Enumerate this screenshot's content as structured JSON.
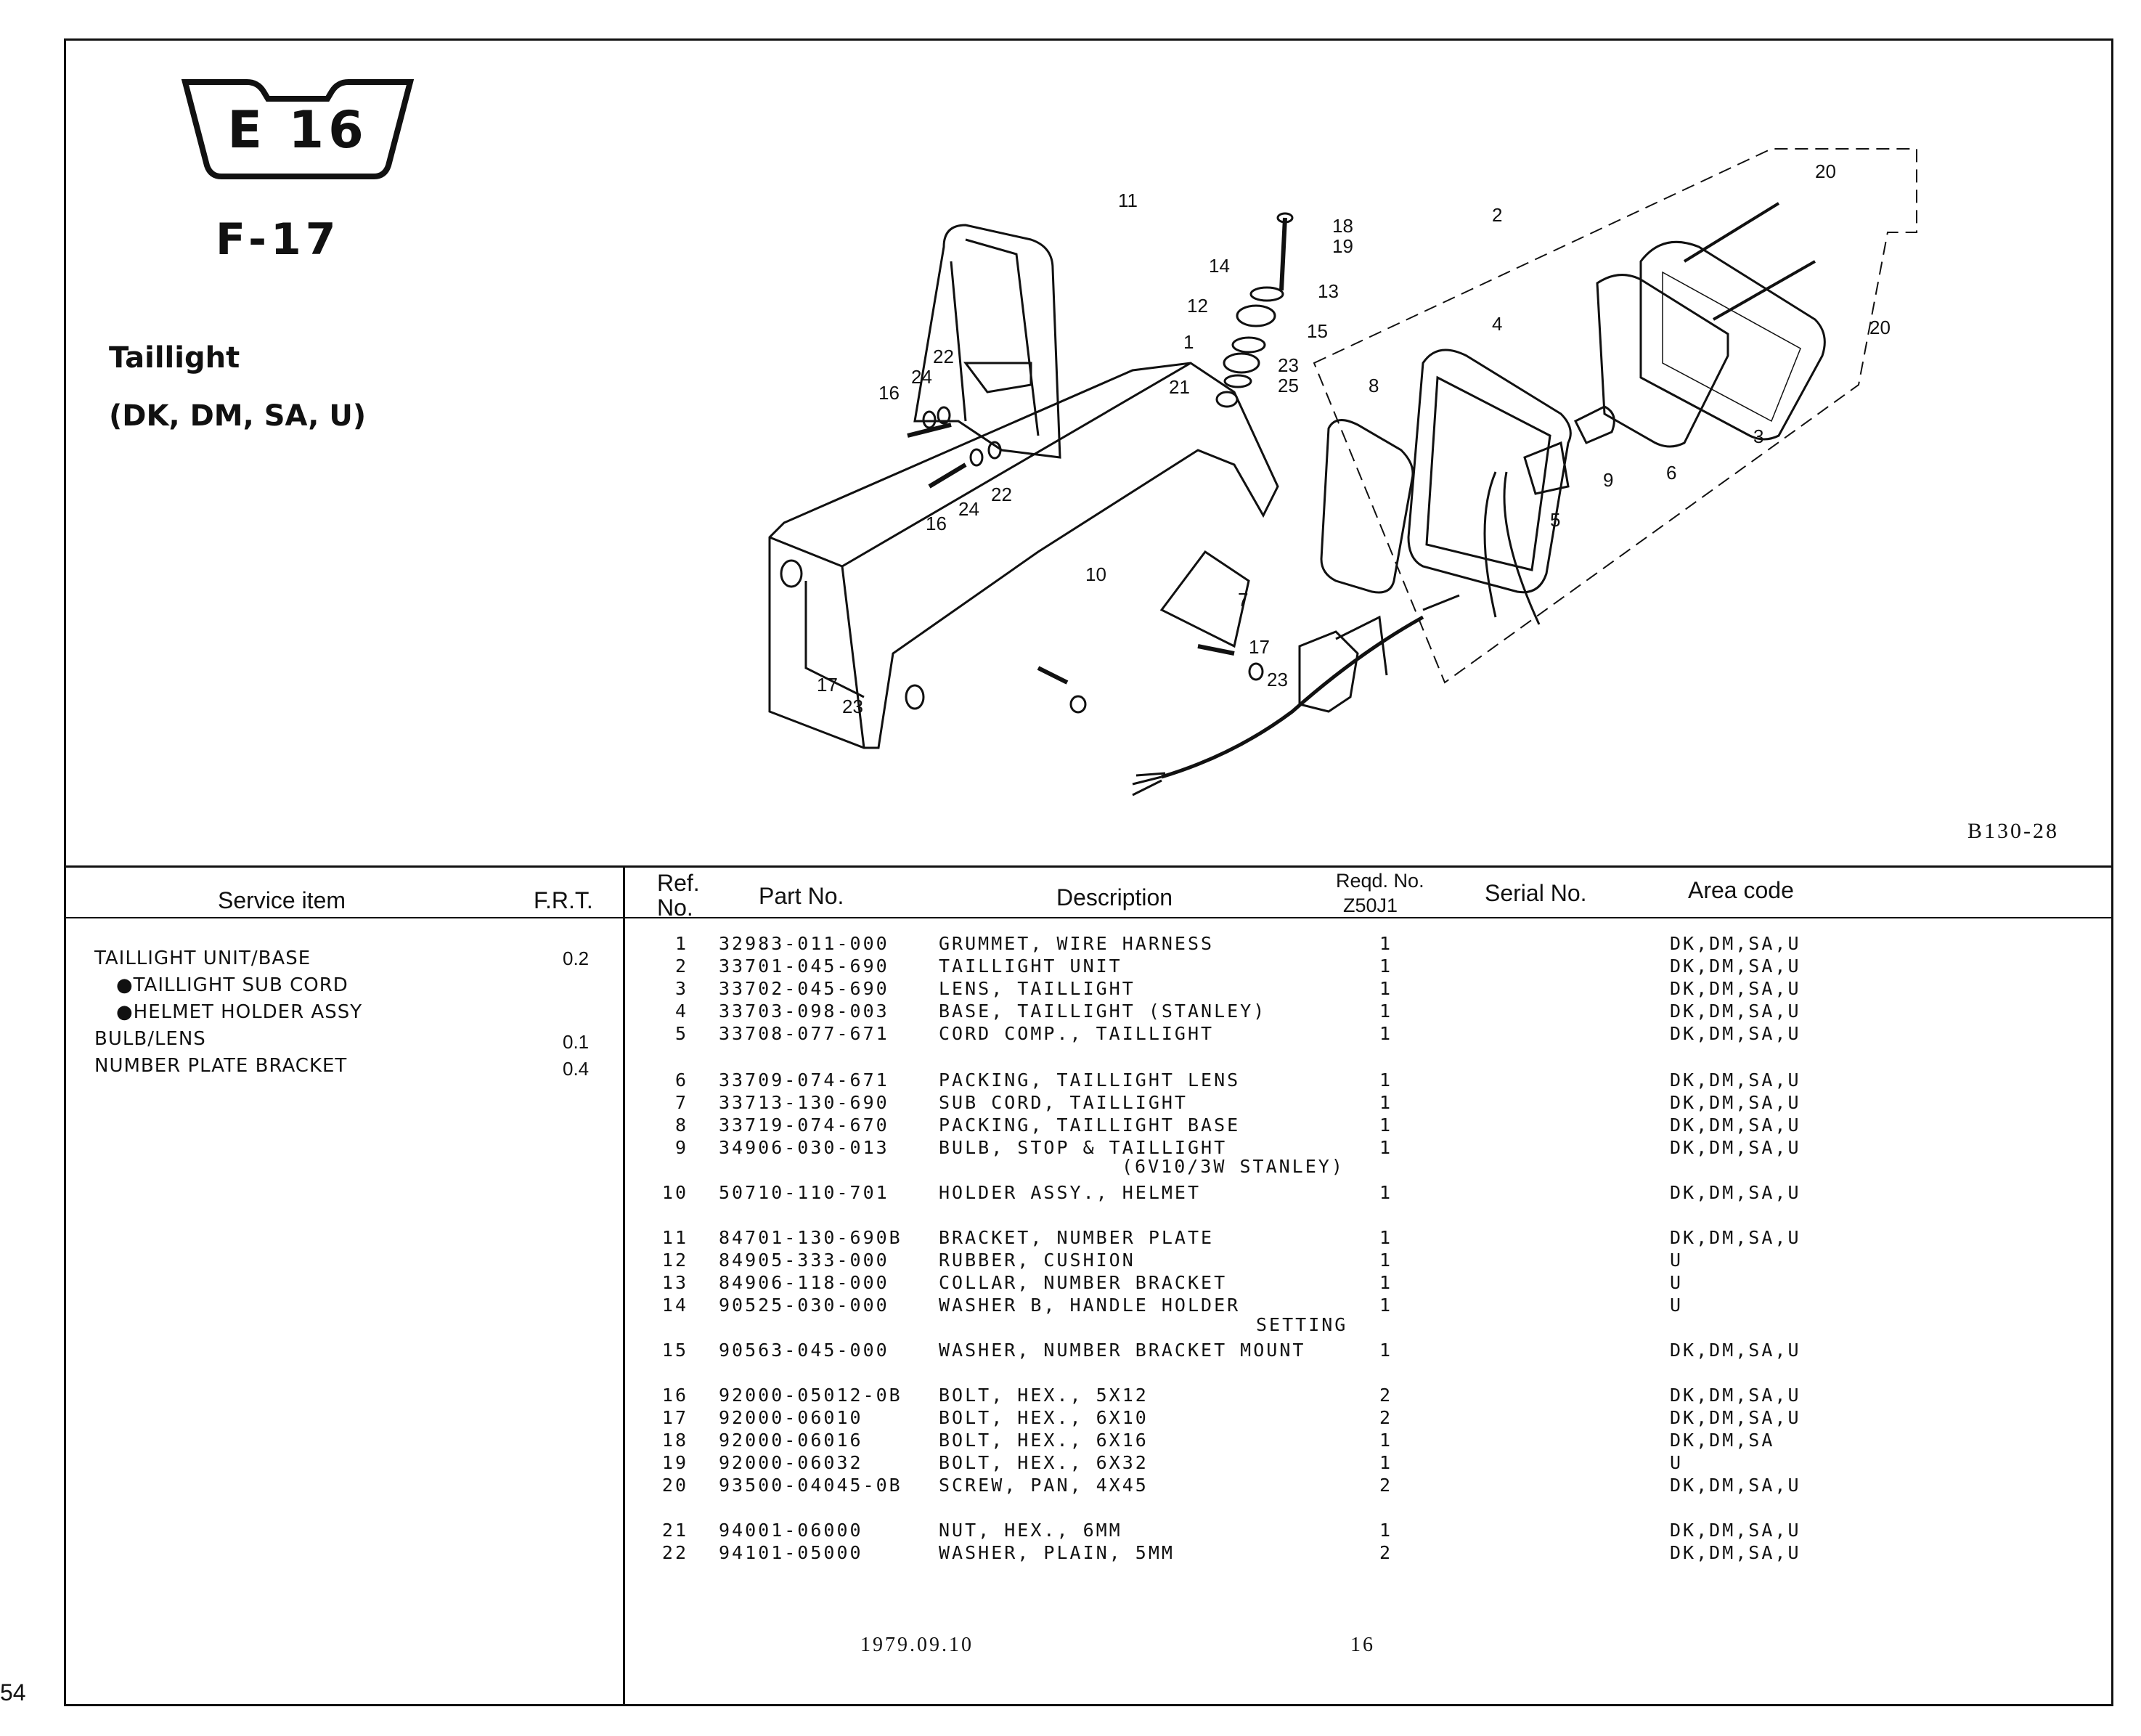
{
  "page_number": "54",
  "badge": "E 16",
  "figure": "F-17",
  "title": "Taillight",
  "subtitle": "(DK, DM, SA, U)",
  "diagram_code": "B130-28",
  "callouts": [
    "11",
    "18",
    "19",
    "14",
    "13",
    "12",
    "15",
    "1",
    "23",
    "21",
    "25",
    "22",
    "24",
    "16",
    "24",
    "22",
    "16",
    "2",
    "20",
    "20",
    "4",
    "8",
    "3",
    "5",
    "9",
    "6",
    "10",
    "7",
    "17",
    "17",
    "23",
    "23"
  ],
  "service_table": {
    "headers": {
      "service_item": "Service item",
      "frt": "F.R.T."
    },
    "rows": [
      {
        "item": "TAILLIGHT UNIT/BASE",
        "frt": "0.2"
      },
      {
        "item": "●TAILLIGHT SUB CORD",
        "frt": ""
      },
      {
        "item": "●HELMET HOLDER ASSY",
        "frt": ""
      },
      {
        "item": "BULB/LENS",
        "frt": "0.1"
      },
      {
        "item": "NUMBER PLATE BRACKET",
        "frt": "0.4"
      }
    ]
  },
  "parts_table": {
    "headers": {
      "ref_1": "Ref.",
      "ref_2": "No.",
      "part_no": "Part No.",
      "description": "Description",
      "reqd_1": "Reqd. No.",
      "reqd_2": "Z50J1",
      "serial": "Serial No.",
      "area": "Area code"
    },
    "rows": [
      {
        "ref": "1",
        "part": "32983-011-000",
        "desc": "GRUMMET, WIRE HARNESS",
        "qty": "1",
        "area": "DK,DM,SA,U"
      },
      {
        "ref": "2",
        "part": "33701-045-690",
        "desc": "TAILLIGHT UNIT",
        "qty": "1",
        "area": "DK,DM,SA,U"
      },
      {
        "ref": "3",
        "part": "33702-045-690",
        "desc": "LENS, TAILLIGHT",
        "qty": "1",
        "area": "DK,DM,SA,U"
      },
      {
        "ref": "4",
        "part": "33703-098-003",
        "desc": "BASE, TAILLIGHT (STANLEY)",
        "qty": "1",
        "area": "DK,DM,SA,U"
      },
      {
        "ref": "5",
        "part": "33708-077-671",
        "desc": "CORD COMP., TAILLIGHT",
        "qty": "1",
        "area": "DK,DM,SA,U"
      },
      {
        "ref": "6",
        "part": "33709-074-671",
        "desc": "PACKING, TAILLIGHT LENS",
        "qty": "1",
        "area": "DK,DM,SA,U"
      },
      {
        "ref": "7",
        "part": "33713-130-690",
        "desc": "SUB CORD, TAILLIGHT",
        "qty": "1",
        "area": "DK,DM,SA,U"
      },
      {
        "ref": "8",
        "part": "33719-074-670",
        "desc": "PACKING, TAILLIGHT BASE",
        "qty": "1",
        "area": "DK,DM,SA,U"
      },
      {
        "ref": "9",
        "part": "34906-030-013",
        "desc": "BULB, STOP & TAILLIGHT",
        "qty": "1",
        "area": "DK,DM,SA,U"
      },
      {
        "ref": "10",
        "part": "50710-110-701",
        "desc": "HOLDER ASSY., HELMET",
        "qty": "1",
        "area": "DK,DM,SA,U"
      },
      {
        "ref": "11",
        "part": "84701-130-690B",
        "desc": "BRACKET, NUMBER PLATE",
        "qty": "1",
        "area": "DK,DM,SA,U"
      },
      {
        "ref": "12",
        "part": "84905-333-000",
        "desc": "RUBBER, CUSHION",
        "qty": "1",
        "area": "U"
      },
      {
        "ref": "13",
        "part": "84906-118-000",
        "desc": "COLLAR, NUMBER BRACKET",
        "qty": "1",
        "area": "U"
      },
      {
        "ref": "14",
        "part": "90525-030-000",
        "desc": "WASHER B, HANDLE HOLDER",
        "qty": "1",
        "area": "U"
      },
      {
        "ref": "15",
        "part": "90563-045-000",
        "desc": "WASHER, NUMBER BRACKET MOUNT",
        "qty": "1",
        "area": "DK,DM,SA,U"
      },
      {
        "ref": "16",
        "part": "92000-05012-0B",
        "desc": "BOLT, HEX., 5X12",
        "qty": "2",
        "area": "DK,DM,SA,U"
      },
      {
        "ref": "17",
        "part": "92000-06010",
        "desc": "BOLT, HEX., 6X10",
        "qty": "2",
        "area": "DK,DM,SA,U"
      },
      {
        "ref": "18",
        "part": "92000-06016",
        "desc": "BOLT, HEX., 6X16",
        "qty": "1",
        "area": "DK,DM,SA"
      },
      {
        "ref": "19",
        "part": "92000-06032",
        "desc": "BOLT, HEX., 6X32",
        "qty": "1",
        "area": "U"
      },
      {
        "ref": "20",
        "part": "93500-04045-0B",
        "desc": "SCREW, PAN, 4X45",
        "qty": "2",
        "area": "DK,DM,SA,U"
      },
      {
        "ref": "21",
        "part": "94001-06000",
        "desc": "NUT, HEX., 6MM",
        "qty": "1",
        "area": "DK,DM,SA,U"
      },
      {
        "ref": "22",
        "part": "94101-05000",
        "desc": "WASHER, PLAIN, 5MM",
        "qty": "2",
        "area": "DK,DM,SA,U"
      }
    ],
    "continuations": {
      "row_9": "(6V10/3W STANLEY)",
      "row_14": "SETTING"
    }
  },
  "footer": {
    "date": "1979.09.10",
    "code": "16"
  }
}
